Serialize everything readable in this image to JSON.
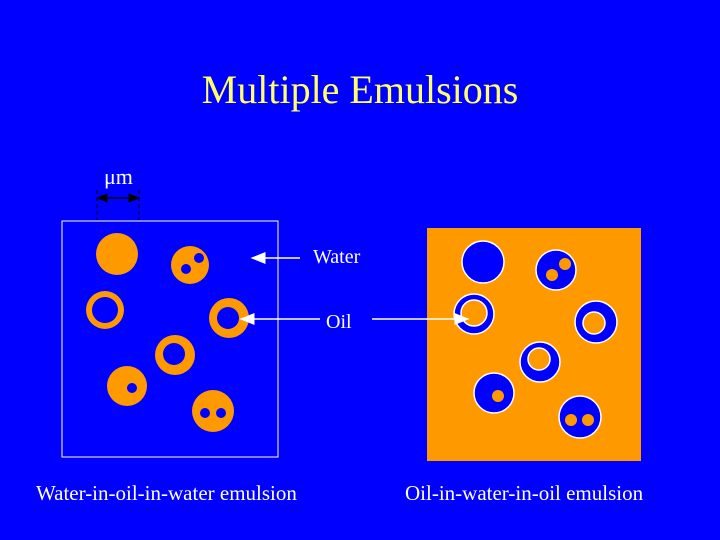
{
  "title": "Multiple Emulsions",
  "scale": {
    "unit_label": "μm"
  },
  "labels": {
    "water": "Water",
    "oil": "Oil"
  },
  "captions": {
    "left": "Water-in-oil-in-water emulsion",
    "right": "Oil-in-water-in-oil emulsion"
  },
  "colors": {
    "background": "#0000ff",
    "title": "#ffff66",
    "oil": "#ff9900",
    "water": "#0000ff",
    "text": "#ffffff"
  }
}
